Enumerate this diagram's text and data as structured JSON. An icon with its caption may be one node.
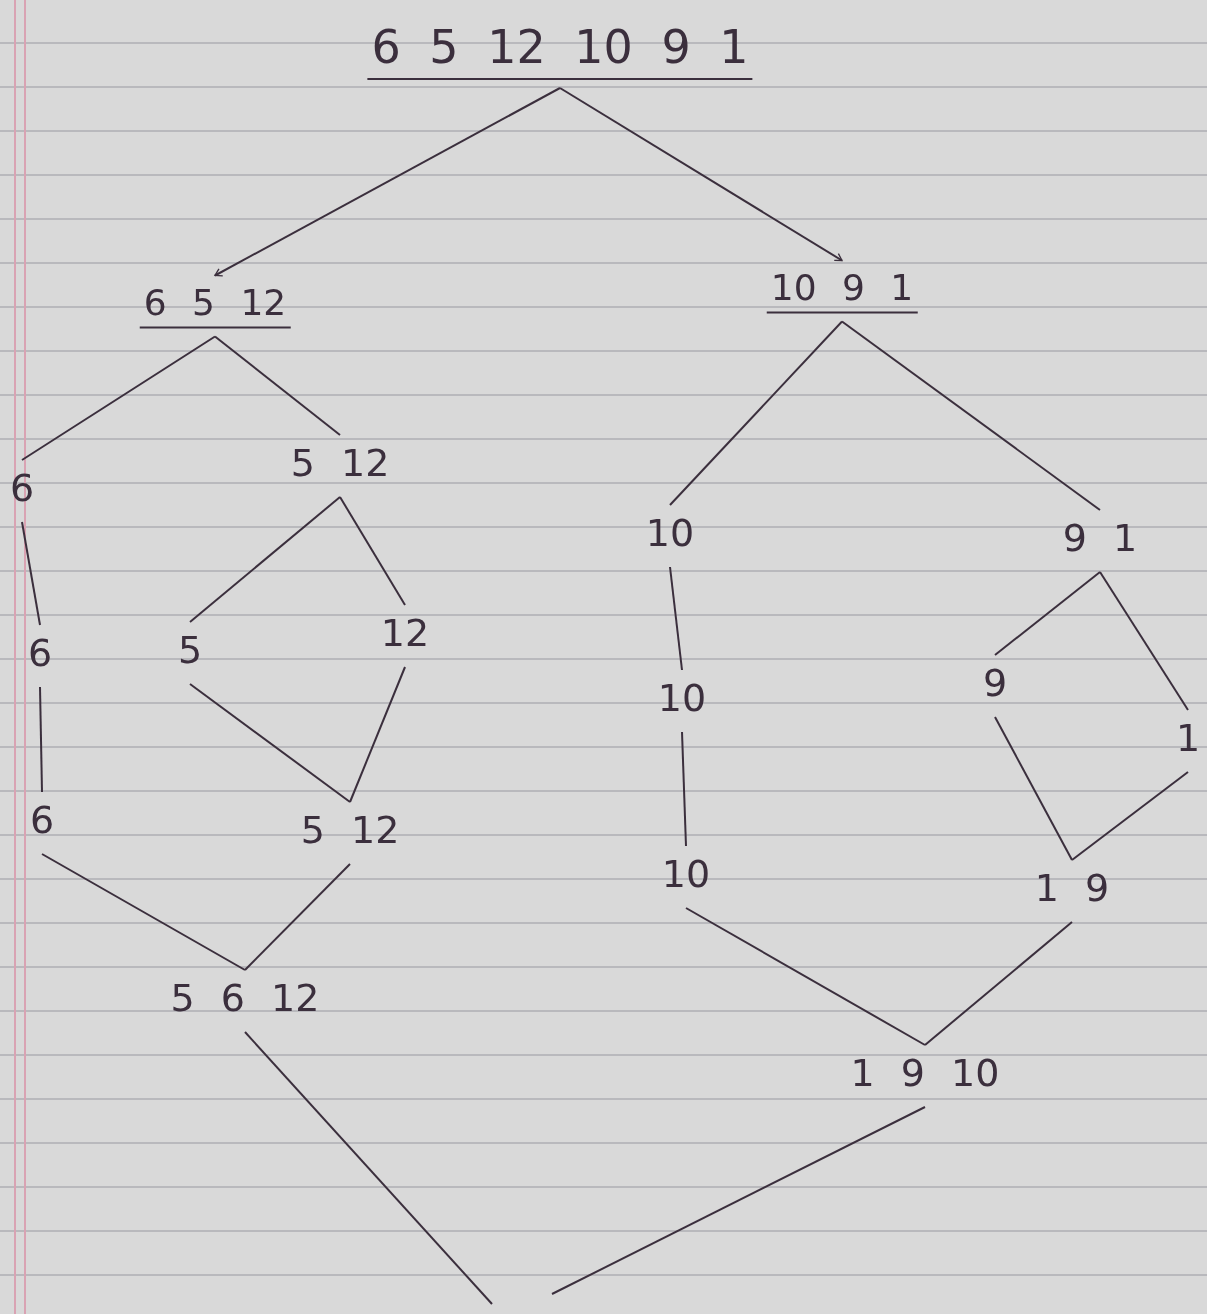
{
  "diagram": {
    "nodes": [
      {
        "text": [
          "6 5 12 10 9 1"
        ]
      },
      {
        "text": [
          "6 5 12"
        ]
      },
      {
        "text": [
          "10 9 1"
        ]
      },
      {
        "text": [
          "6"
        ]
      },
      {
        "text": [
          "5 12"
        ]
      },
      {
        "text": [
          "10"
        ]
      },
      {
        "text": [
          "9 1"
        ]
      },
      {
        "text": [
          "6"
        ]
      },
      {
        "text": [
          "5"
        ]
      },
      {
        "text": [
          "12"
        ]
      },
      {
        "text": [
          "10"
        ]
      },
      {
        "text": [
          "9"
        ]
      },
      {
        "text": [
          "1"
        ]
      },
      {
        "text": [
          "6"
        ]
      },
      {
        "text": [
          "5 12"
        ]
      },
      {
        "text": [
          "10"
        ]
      },
      {
        "text": [
          "1 9"
        ]
      },
      {
        "text": [
          "5 6 12"
        ]
      },
      {
        "text": [
          "1 9 10"
        ]
      }
    ],
    "edges": [
      {
        "from": 0,
        "to": 1,
        "arrow": "to"
      },
      {
        "from": 0,
        "to": 2,
        "arrow": "to"
      },
      {
        "from": 1,
        "to": 3,
        "arrow": "none"
      },
      {
        "from": 1,
        "to": 4,
        "arrow": "none"
      },
      {
        "from": 2,
        "to": 5,
        "arrow": "none"
      },
      {
        "from": 2,
        "to": 6,
        "arrow": "none"
      },
      {
        "from": 3,
        "to": 7,
        "arrow": "none"
      },
      {
        "from": 4,
        "to": 8,
        "arrow": "none"
      },
      {
        "from": 4,
        "to": 9,
        "arrow": "none"
      },
      {
        "from": 5,
        "to": 10,
        "arrow": "none"
      },
      {
        "from": 6,
        "to": 11,
        "arrow": "none"
      },
      {
        "from": 6,
        "to": 12,
        "arrow": "none"
      },
      {
        "from": 7,
        "to": 13,
        "arrow": "none"
      },
      {
        "from": 8,
        "to": 14,
        "arrow": "none"
      },
      {
        "from": 9,
        "to": 14,
        "arrow": "none"
      },
      {
        "from": 10,
        "to": 15,
        "arrow": "none"
      },
      {
        "from": 11,
        "to": 16,
        "arrow": "none"
      },
      {
        "from": 12,
        "to": 16,
        "arrow": "none"
      },
      {
        "from": 13,
        "to": 17,
        "arrow": "none"
      },
      {
        "from": 14,
        "to": 17,
        "arrow": "none"
      },
      {
        "from": 15,
        "to": 18,
        "arrow": "none"
      },
      {
        "from": 16,
        "to": 18,
        "arrow": "none"
      },
      {
        "from": 17,
        "to": null,
        "arrow": "none"
      },
      {
        "from": 18,
        "to": null,
        "arrow": "none"
      }
    ]
  }
}
